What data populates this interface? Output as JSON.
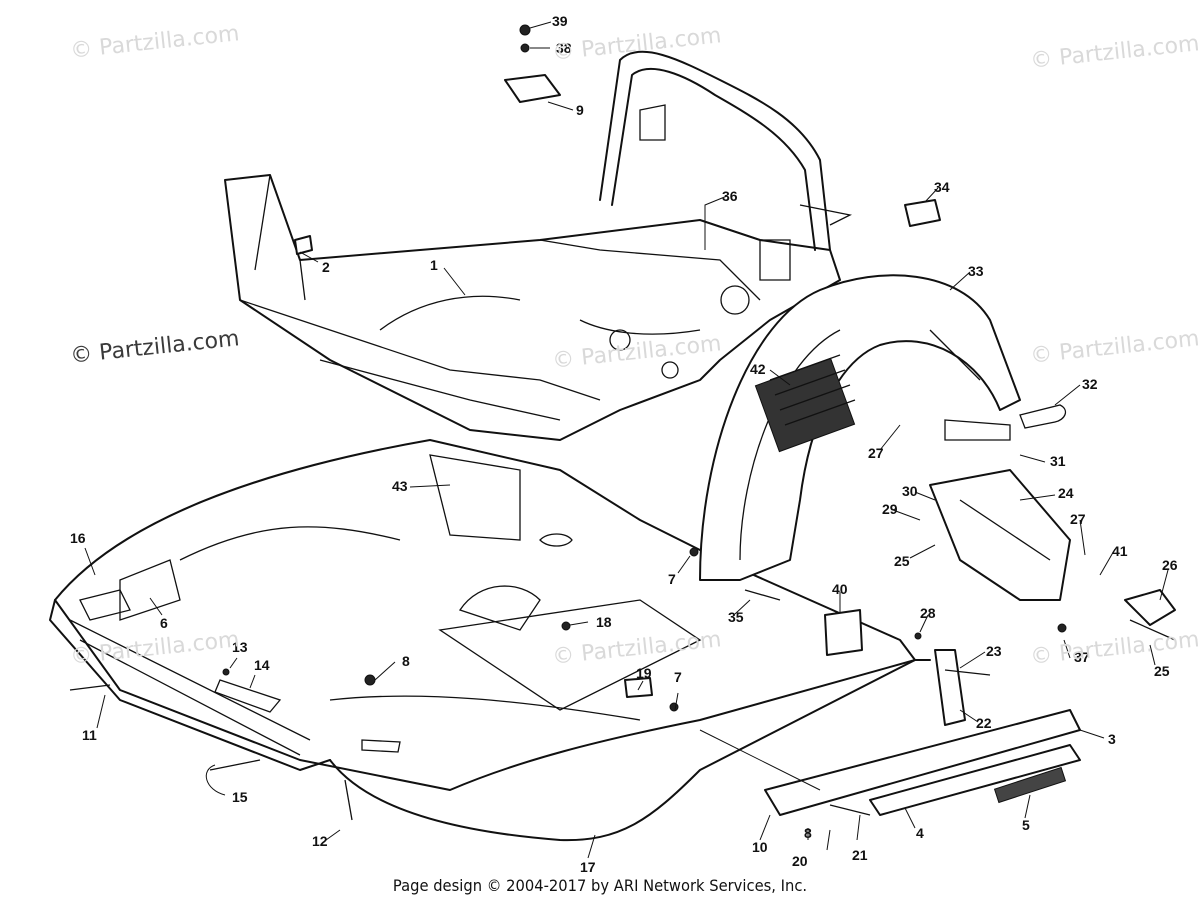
{
  "watermarks": {
    "light": "© Partzilla.com",
    "dark": "© Partzilla.com"
  },
  "footer": "Page design © 2004-2017 by ARI Network Services, Inc.",
  "callouts": [
    "1",
    "2",
    "3",
    "4",
    "5",
    "6",
    "7",
    "7",
    "8",
    "8",
    "9",
    "10",
    "11",
    "12",
    "13",
    "14",
    "15",
    "16",
    "17",
    "18",
    "19",
    "20",
    "21",
    "22",
    "23",
    "24",
    "25",
    "25",
    "26",
    "27",
    "27",
    "28",
    "29",
    "30",
    "31",
    "32",
    "33",
    "34",
    "35",
    "36",
    "37",
    "38",
    "39",
    "40",
    "41",
    "42",
    "43"
  ]
}
